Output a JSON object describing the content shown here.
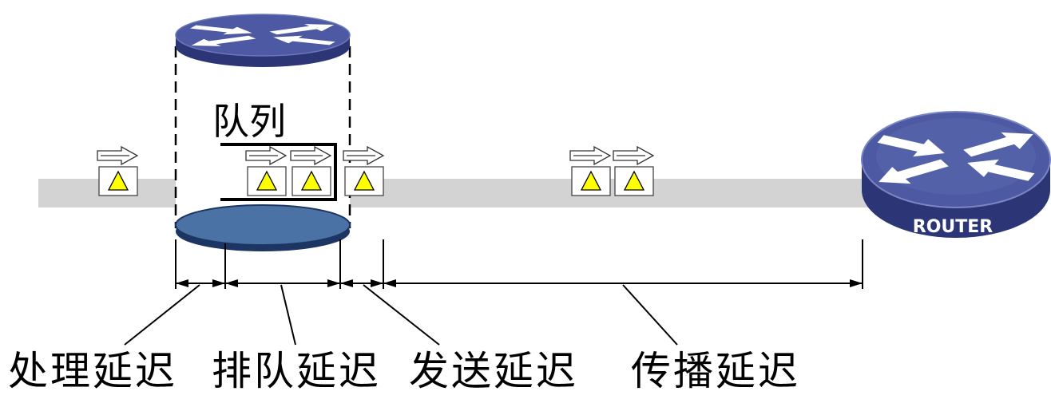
{
  "queue_label": "队列",
  "router_label": "ROUTER",
  "delays": {
    "processing": "处理延迟",
    "queuing": "排队延迟",
    "transmission": "发送延迟",
    "propagation": "传播延迟"
  },
  "colors": {
    "router_face": "#4d59a2",
    "router_side": "#2c3677",
    "queue_disk": "#4a72a5",
    "queue_disk_rim": "#1d3562",
    "link_gray": "#d3d3d3",
    "packet_triangle": "#ffff00"
  },
  "icons": {
    "router": "router-icon",
    "packet": "packet-icon",
    "packet_marker": "triangle-icon"
  }
}
